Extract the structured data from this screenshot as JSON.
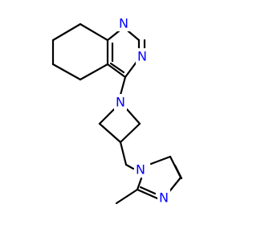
{
  "colors": {
    "background": "#ffffff",
    "bond": "#000000",
    "nitrogen": "#0000ff"
  },
  "atoms": {
    "n1": "N",
    "n3": "N",
    "n_azetidine": "N",
    "n_imidazole_1": "N",
    "n_imidazole_3": "N"
  }
}
